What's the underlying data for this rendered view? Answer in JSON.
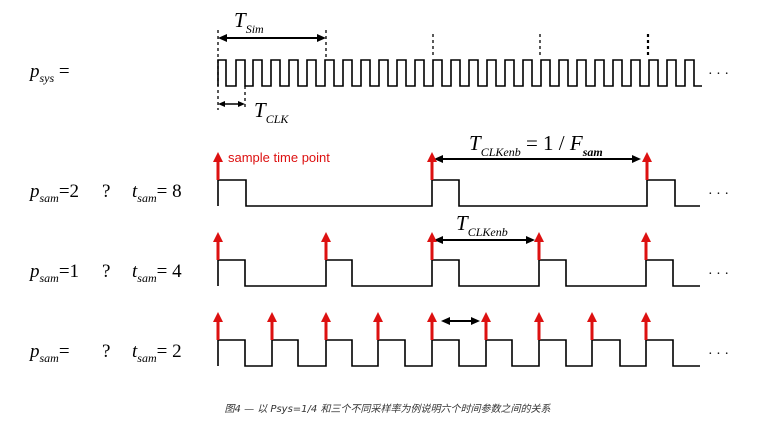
{
  "rows": [
    {
      "id": "sys",
      "label_main": "p",
      "label_sub": "sys",
      "label_tail": " ="
    },
    {
      "id": "r1",
      "p_main": "p",
      "p_sub": "sam",
      "p_val": "=2",
      "q": "?",
      "t_main": "t",
      "t_sub": "sam",
      "t_val": "= 8"
    },
    {
      "id": "r2",
      "p_main": "p",
      "p_sub": "sam",
      "p_val": "=1",
      "q": "?",
      "t_main": "t",
      "t_sub": "sam",
      "t_val": "= 4"
    },
    {
      "id": "r3",
      "p_main": "p",
      "p_sub": "sam",
      "p_val": "=",
      "q": "?",
      "t_main": "t",
      "t_sub": "sam",
      "t_val": "= 2"
    }
  ],
  "annotations": {
    "tsim_main": "T",
    "tsim_sub": "Sim",
    "tclk_main": "T",
    "tclk_sub": "CLK",
    "tclkenb1_main": "T",
    "tclkenb1_sub": "CLKenb",
    "tclkenb1_tail": " = 1 / ",
    "f_main": "F",
    "f_sub": "sam",
    "tclkenb2_main": "T",
    "tclkenb2_sub": "CLKenb",
    "sample_point": "sample time point",
    "ellipsis": "· · ·"
  },
  "caption": "图4 — 以 Psys=1/4 和三个不同采样率为例说明六个时间参数之间的关系",
  "colors": {
    "signal": "#000000",
    "marker": "#dd1111"
  }
}
